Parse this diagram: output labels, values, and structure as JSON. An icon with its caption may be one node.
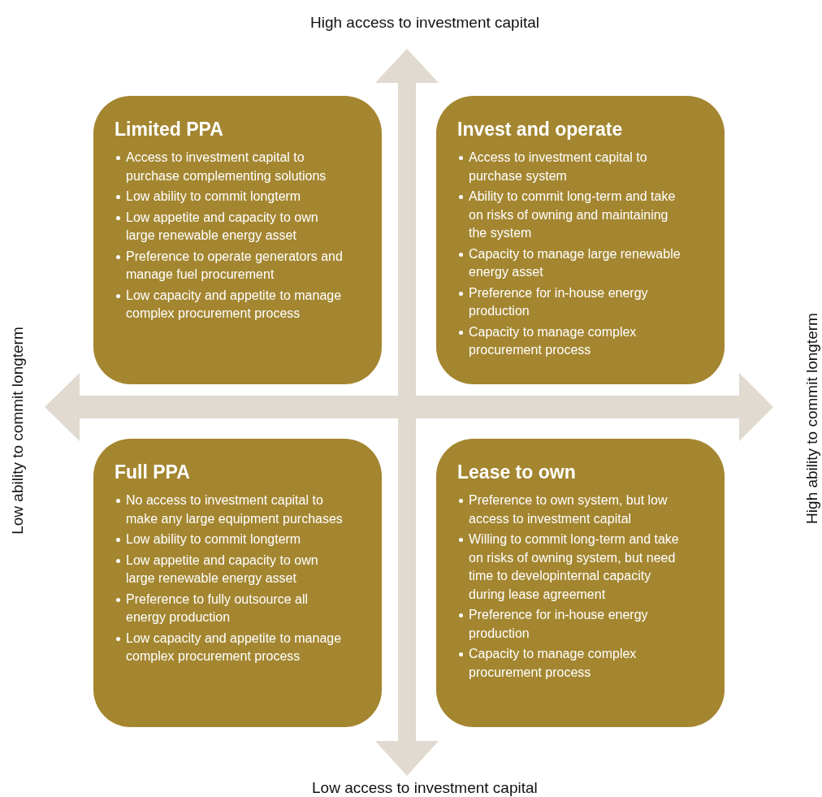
{
  "diagram": {
    "nodes": [
      {
        "text": [
          "Limited PPA",
          "Access to investment capital to purchase complementing solutions",
          "Low ability to commit longterm",
          "Low appetite and capacity to own large renewable energy asset",
          "Preference to operate generators and manage fuel procurement",
          "Low capacity and appetite to manage complex procurement process"
        ]
      },
      {
        "text": [
          "Invest and operate",
          "Access to investment capital to purchase system",
          "Ability to commit long-term and take on risks of owning and maintaining the system",
          "Capacity to manage large renewable energy asset",
          "Preference for in-house energy production",
          "Capacity to manage complex procurement process"
        ]
      },
      {
        "text": [
          "Full PPA",
          "No access to investment capital to make any large equipment purchases",
          "Low ability to commit longterm",
          "Low appetite and capacity to own large renewable energy asset",
          "Preference to fully outsource all energy production",
          "Low capacity and appetite to manage complex procurement process"
        ]
      },
      {
        "text": [
          "Lease to own",
          "Preference to own system, but low access to investment capital",
          "Willing to commit long-term and take on risks of owning system, but need time to developinternal capacity during lease agreement",
          "Preference for in-house energy production",
          "Capacity to manage complex procurement process"
        ]
      }
    ],
    "edges": [],
    "labels": [
      "High access to investment capital",
      "Low ability to commit longterm",
      "High ability to commit longterm",
      "Low access to investment capital"
    ]
  }
}
